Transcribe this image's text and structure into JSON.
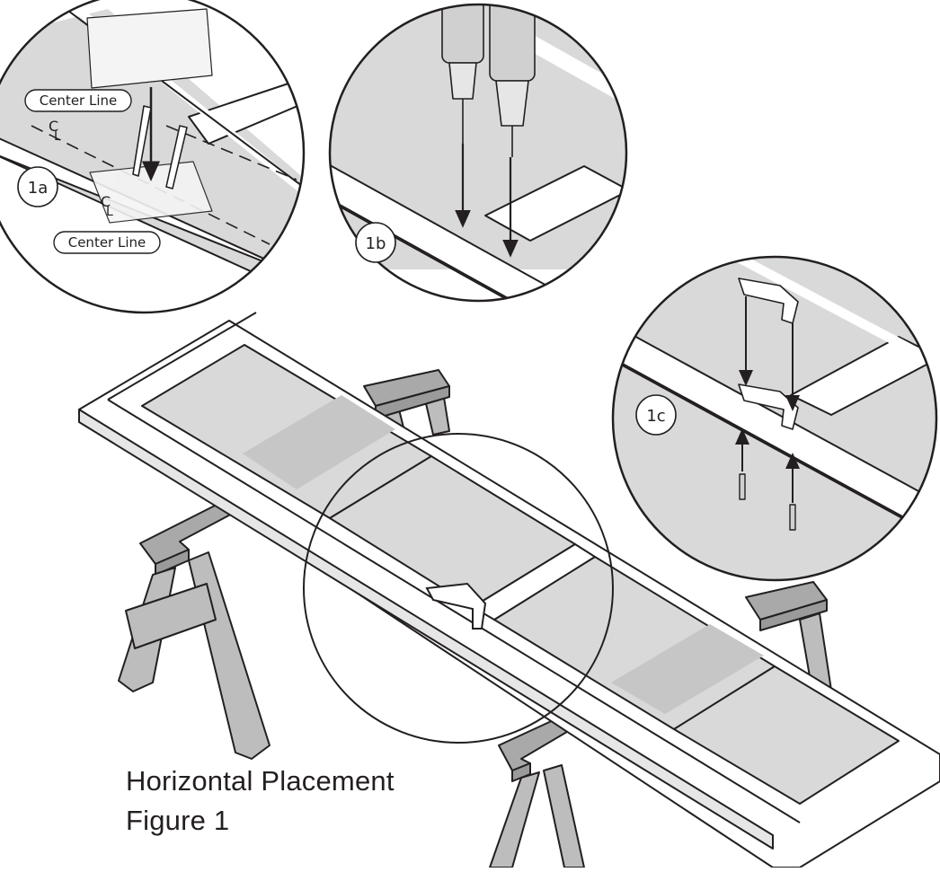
{
  "figure": {
    "caption_line1": "Horizontal Placement",
    "caption_line2": "Figure 1"
  },
  "callouts": [
    {
      "id": "1a",
      "label": "1a"
    },
    {
      "id": "1b",
      "label": "1b"
    },
    {
      "id": "1c",
      "label": "1c"
    }
  ],
  "detail_1a": {
    "center_line_label_top": "Center Line",
    "center_line_label_bottom": "Center Line",
    "cl_symbol_top": "C",
    "cl_symbol_top_sub": "L",
    "cl_symbol_bottom": "C",
    "cl_symbol_bottom_sub": "L"
  },
  "colors": {
    "ink": "#231f20",
    "glass_gray": "#d9d9d9",
    "frame_white": "#ffffff",
    "sawhorse_gray": "#bdbdbd",
    "sawhorse_top": "#a9a9a9",
    "rail_gray": "#c6c6c6"
  },
  "icons": [
    "drill-icon",
    "handle-icon",
    "screw-icon",
    "pencil-icon",
    "template-icon",
    "sawhorse-icon"
  ]
}
